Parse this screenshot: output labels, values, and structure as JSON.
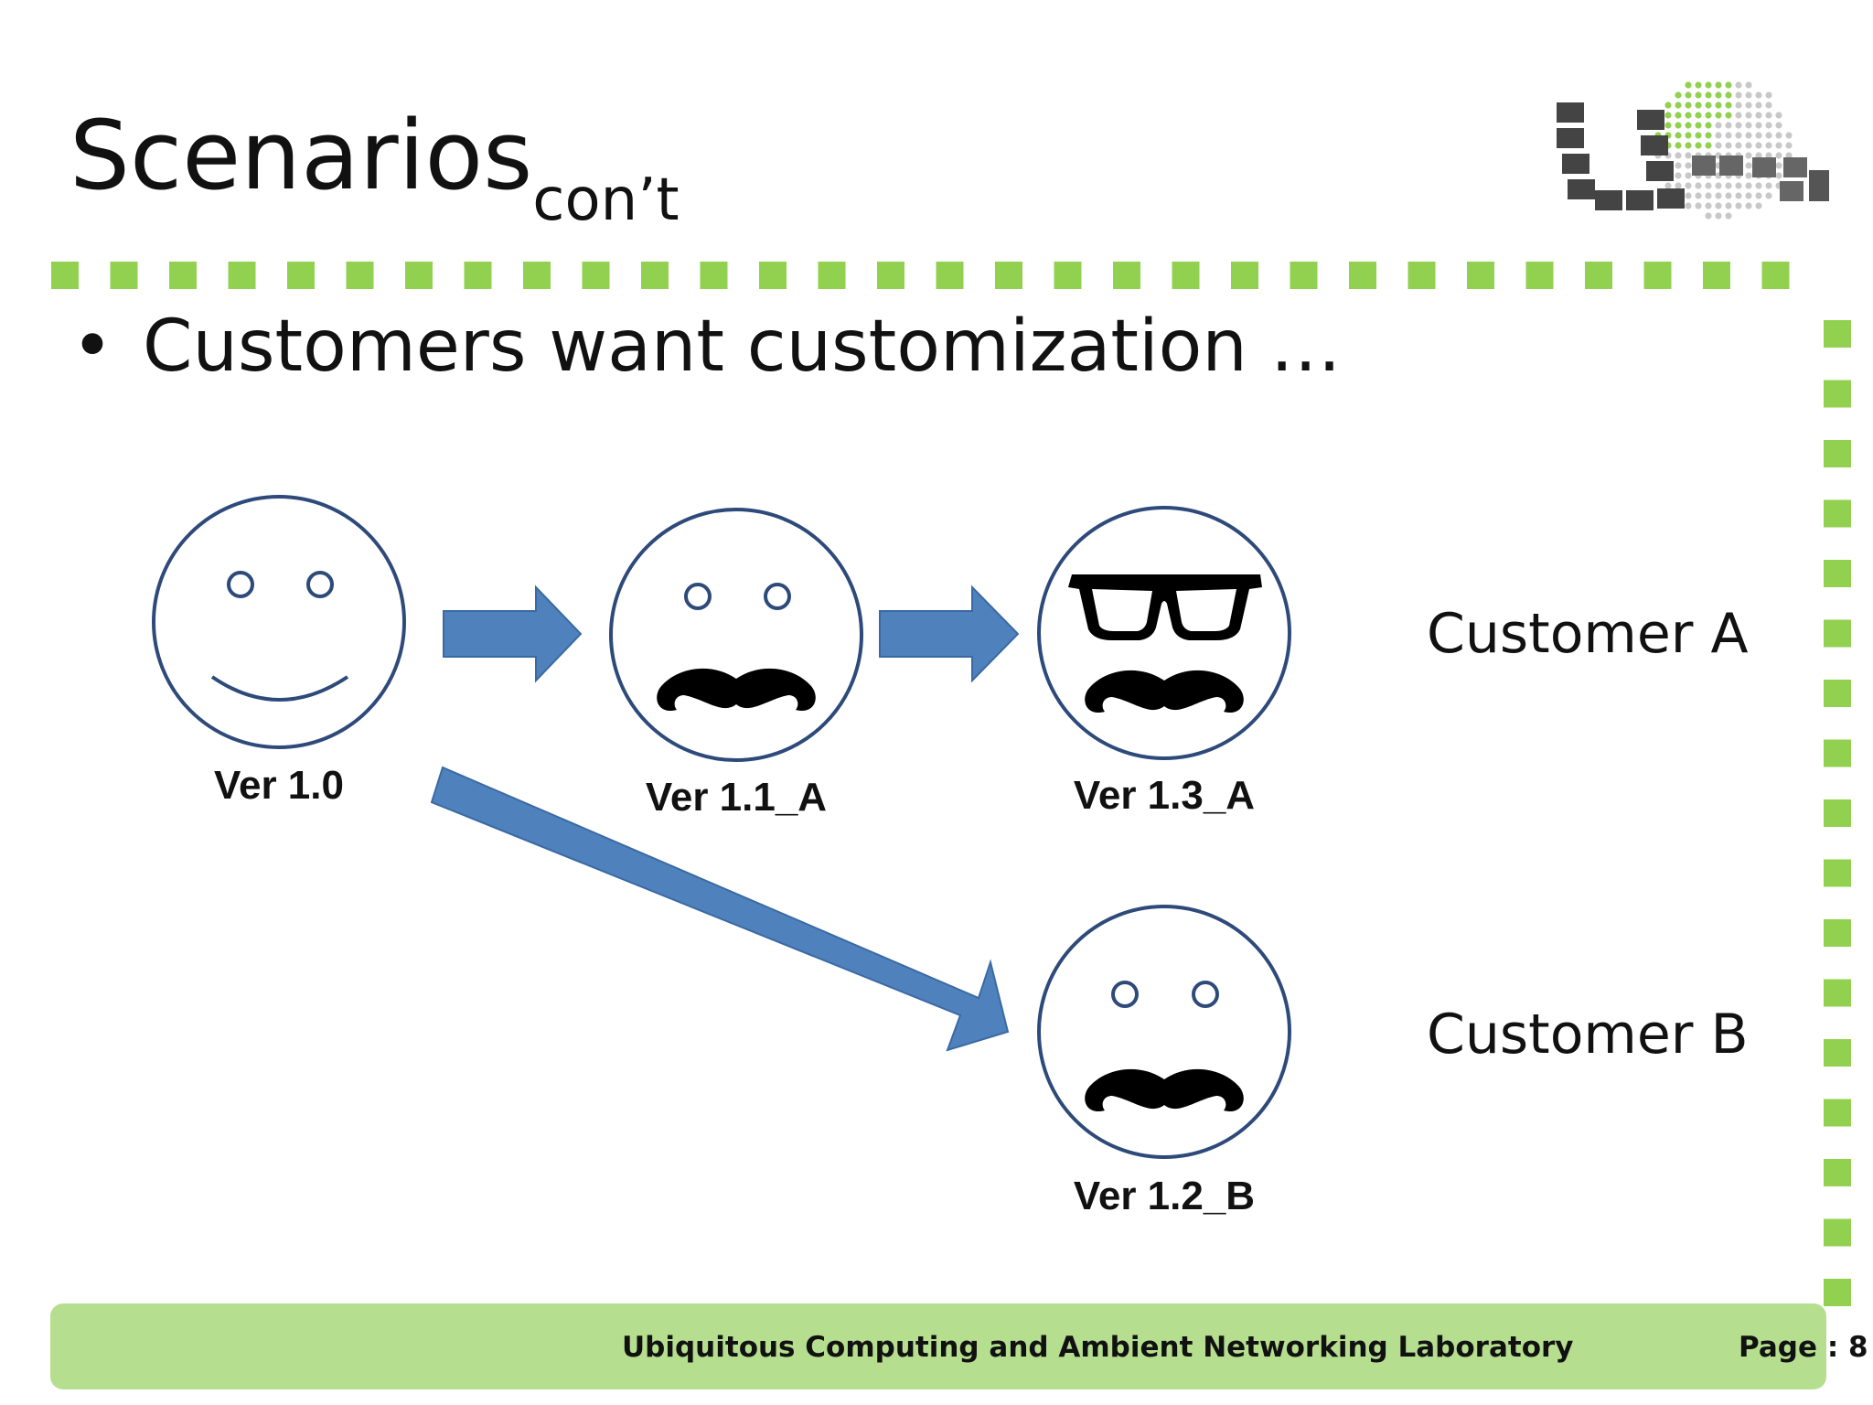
{
  "title": {
    "main": "Scenarios",
    "subscript": "con’t"
  },
  "bullet": {
    "symbol": "•",
    "text": "Customers want customization …"
  },
  "versions": {
    "v10": "Ver 1.0",
    "v11a": "Ver 1.1_A",
    "v13a": "Ver 1.3_A",
    "v12b": "Ver 1.2_B"
  },
  "customers": {
    "a": "Customer A",
    "b": "Customer B"
  },
  "footer": {
    "lab": "Ubiquitous Computing and Ambient Networking Laboratory",
    "page": "Page : 8"
  },
  "colors": {
    "accent_green": "#92d050",
    "footer_bg": "#b5df8e",
    "arrow_blue": "#4f81bd",
    "face_outline": "#2e4a7a"
  },
  "icons": [
    "smiley-face-icon",
    "mustache-face-icon",
    "glasses-mustache-face-icon",
    "arrow-icon",
    "ucan-logo"
  ]
}
